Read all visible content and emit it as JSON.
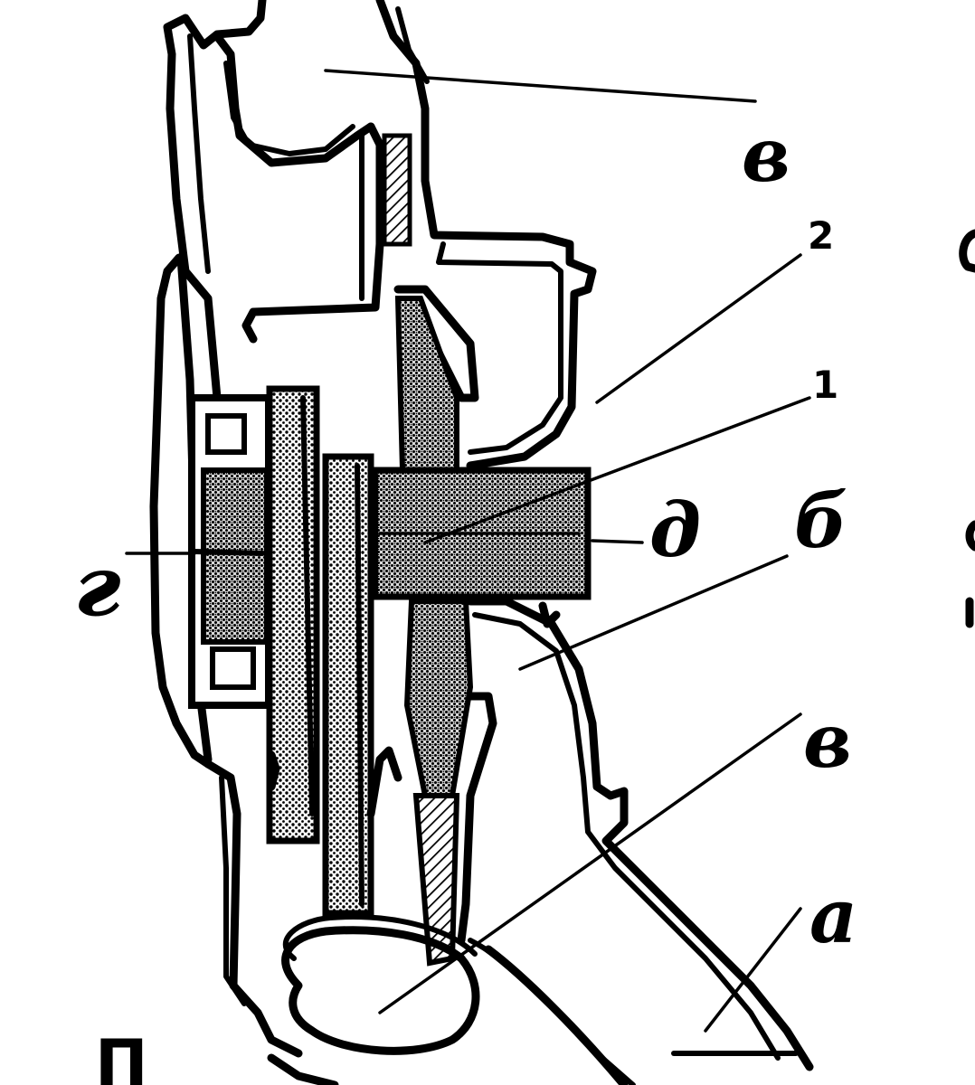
{
  "figure": {
    "labels": {
      "v_top": "в",
      "two": "2",
      "one": "1",
      "d": "д",
      "b": "б",
      "g": "г",
      "v_bottom": "в",
      "a": "а",
      "bottom_caption_fragment": "П"
    },
    "colors": {
      "ink": "#000000",
      "paper": "#ffffff",
      "hatch": "#6a6a6a"
    }
  }
}
